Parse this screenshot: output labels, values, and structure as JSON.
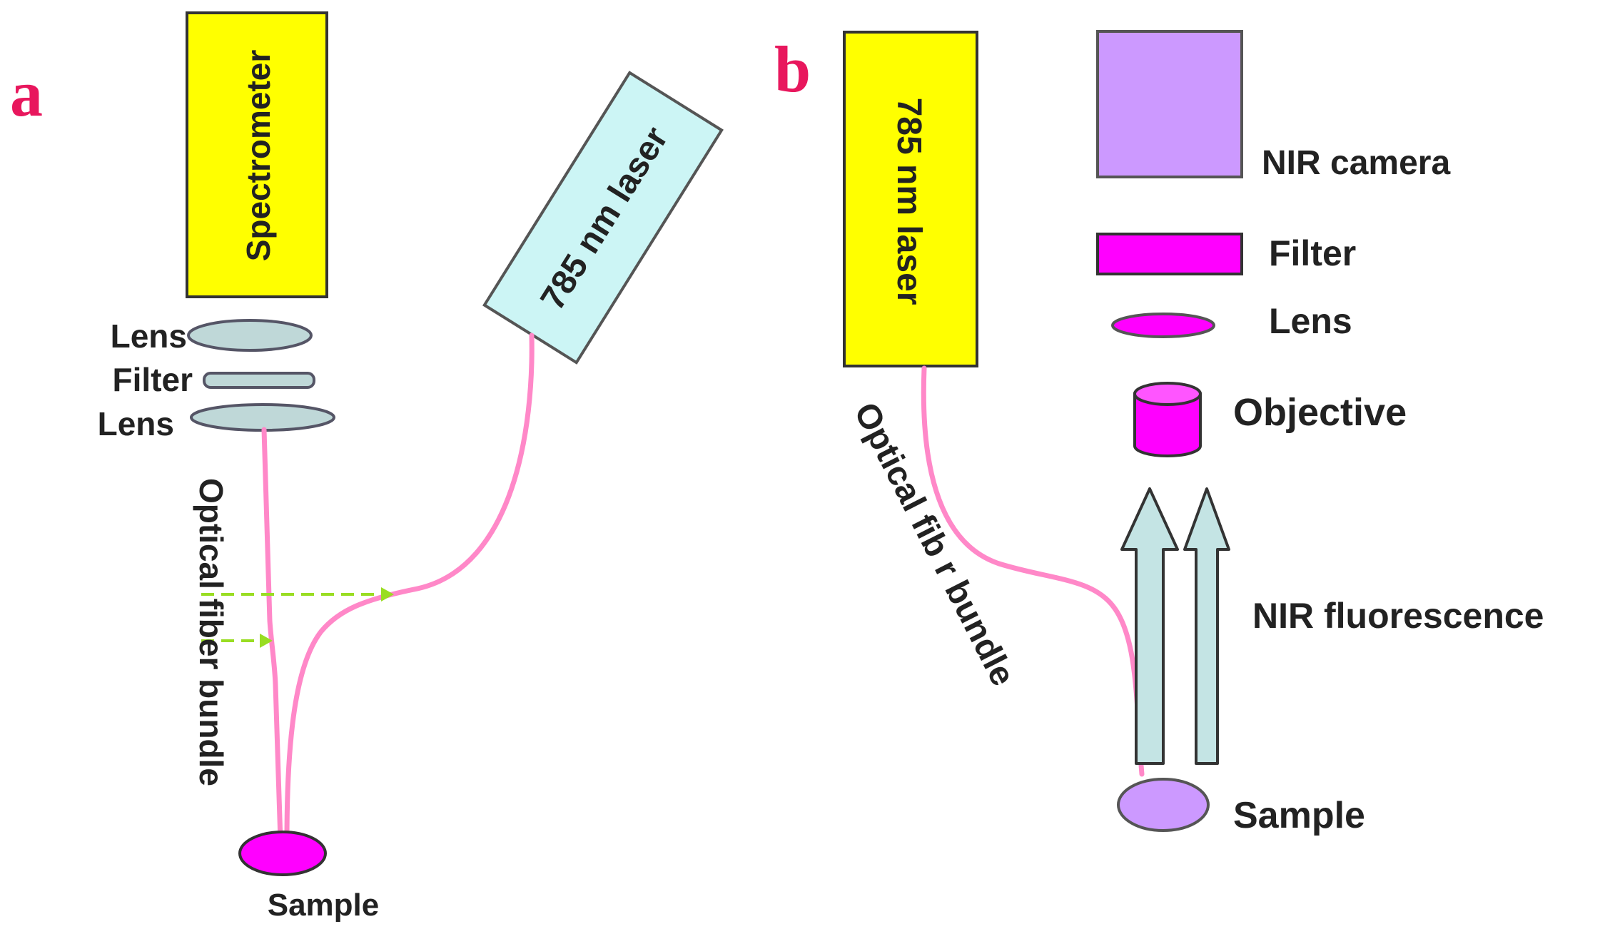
{
  "panel_a": {
    "letter": "a",
    "spectrometer_label": "Spectrometer",
    "laser_label": "785 nm laser",
    "lens_top_label": "Lens",
    "filter_label": "Filter",
    "lens_bottom_label": "Lens",
    "fiber_label": "Optical fiber bundle",
    "sample_label": "Sample"
  },
  "panel_b": {
    "letter": "b",
    "laser_label": "785 nm laser",
    "camera_label": "NIR camera",
    "filter_label": "Filter",
    "lens_label": "Lens",
    "objective_label": "Objective",
    "fluorescence_label": "NIR fluorescence",
    "fiber_label": "Optical fib r bundle",
    "sample_label": "Sample"
  },
  "colors": {
    "panel_letter": "#e8175d",
    "yellow_box": "#ffff00",
    "cyan_box": "#ccf5f5",
    "optic_gray": "#bfd8d8",
    "magenta": "#ff00ff",
    "lavender": "#cc99ff",
    "fiber_pink": "#ff88c8",
    "beam_green": "#99dd22",
    "arrow_fill": "#c4e4e4"
  }
}
